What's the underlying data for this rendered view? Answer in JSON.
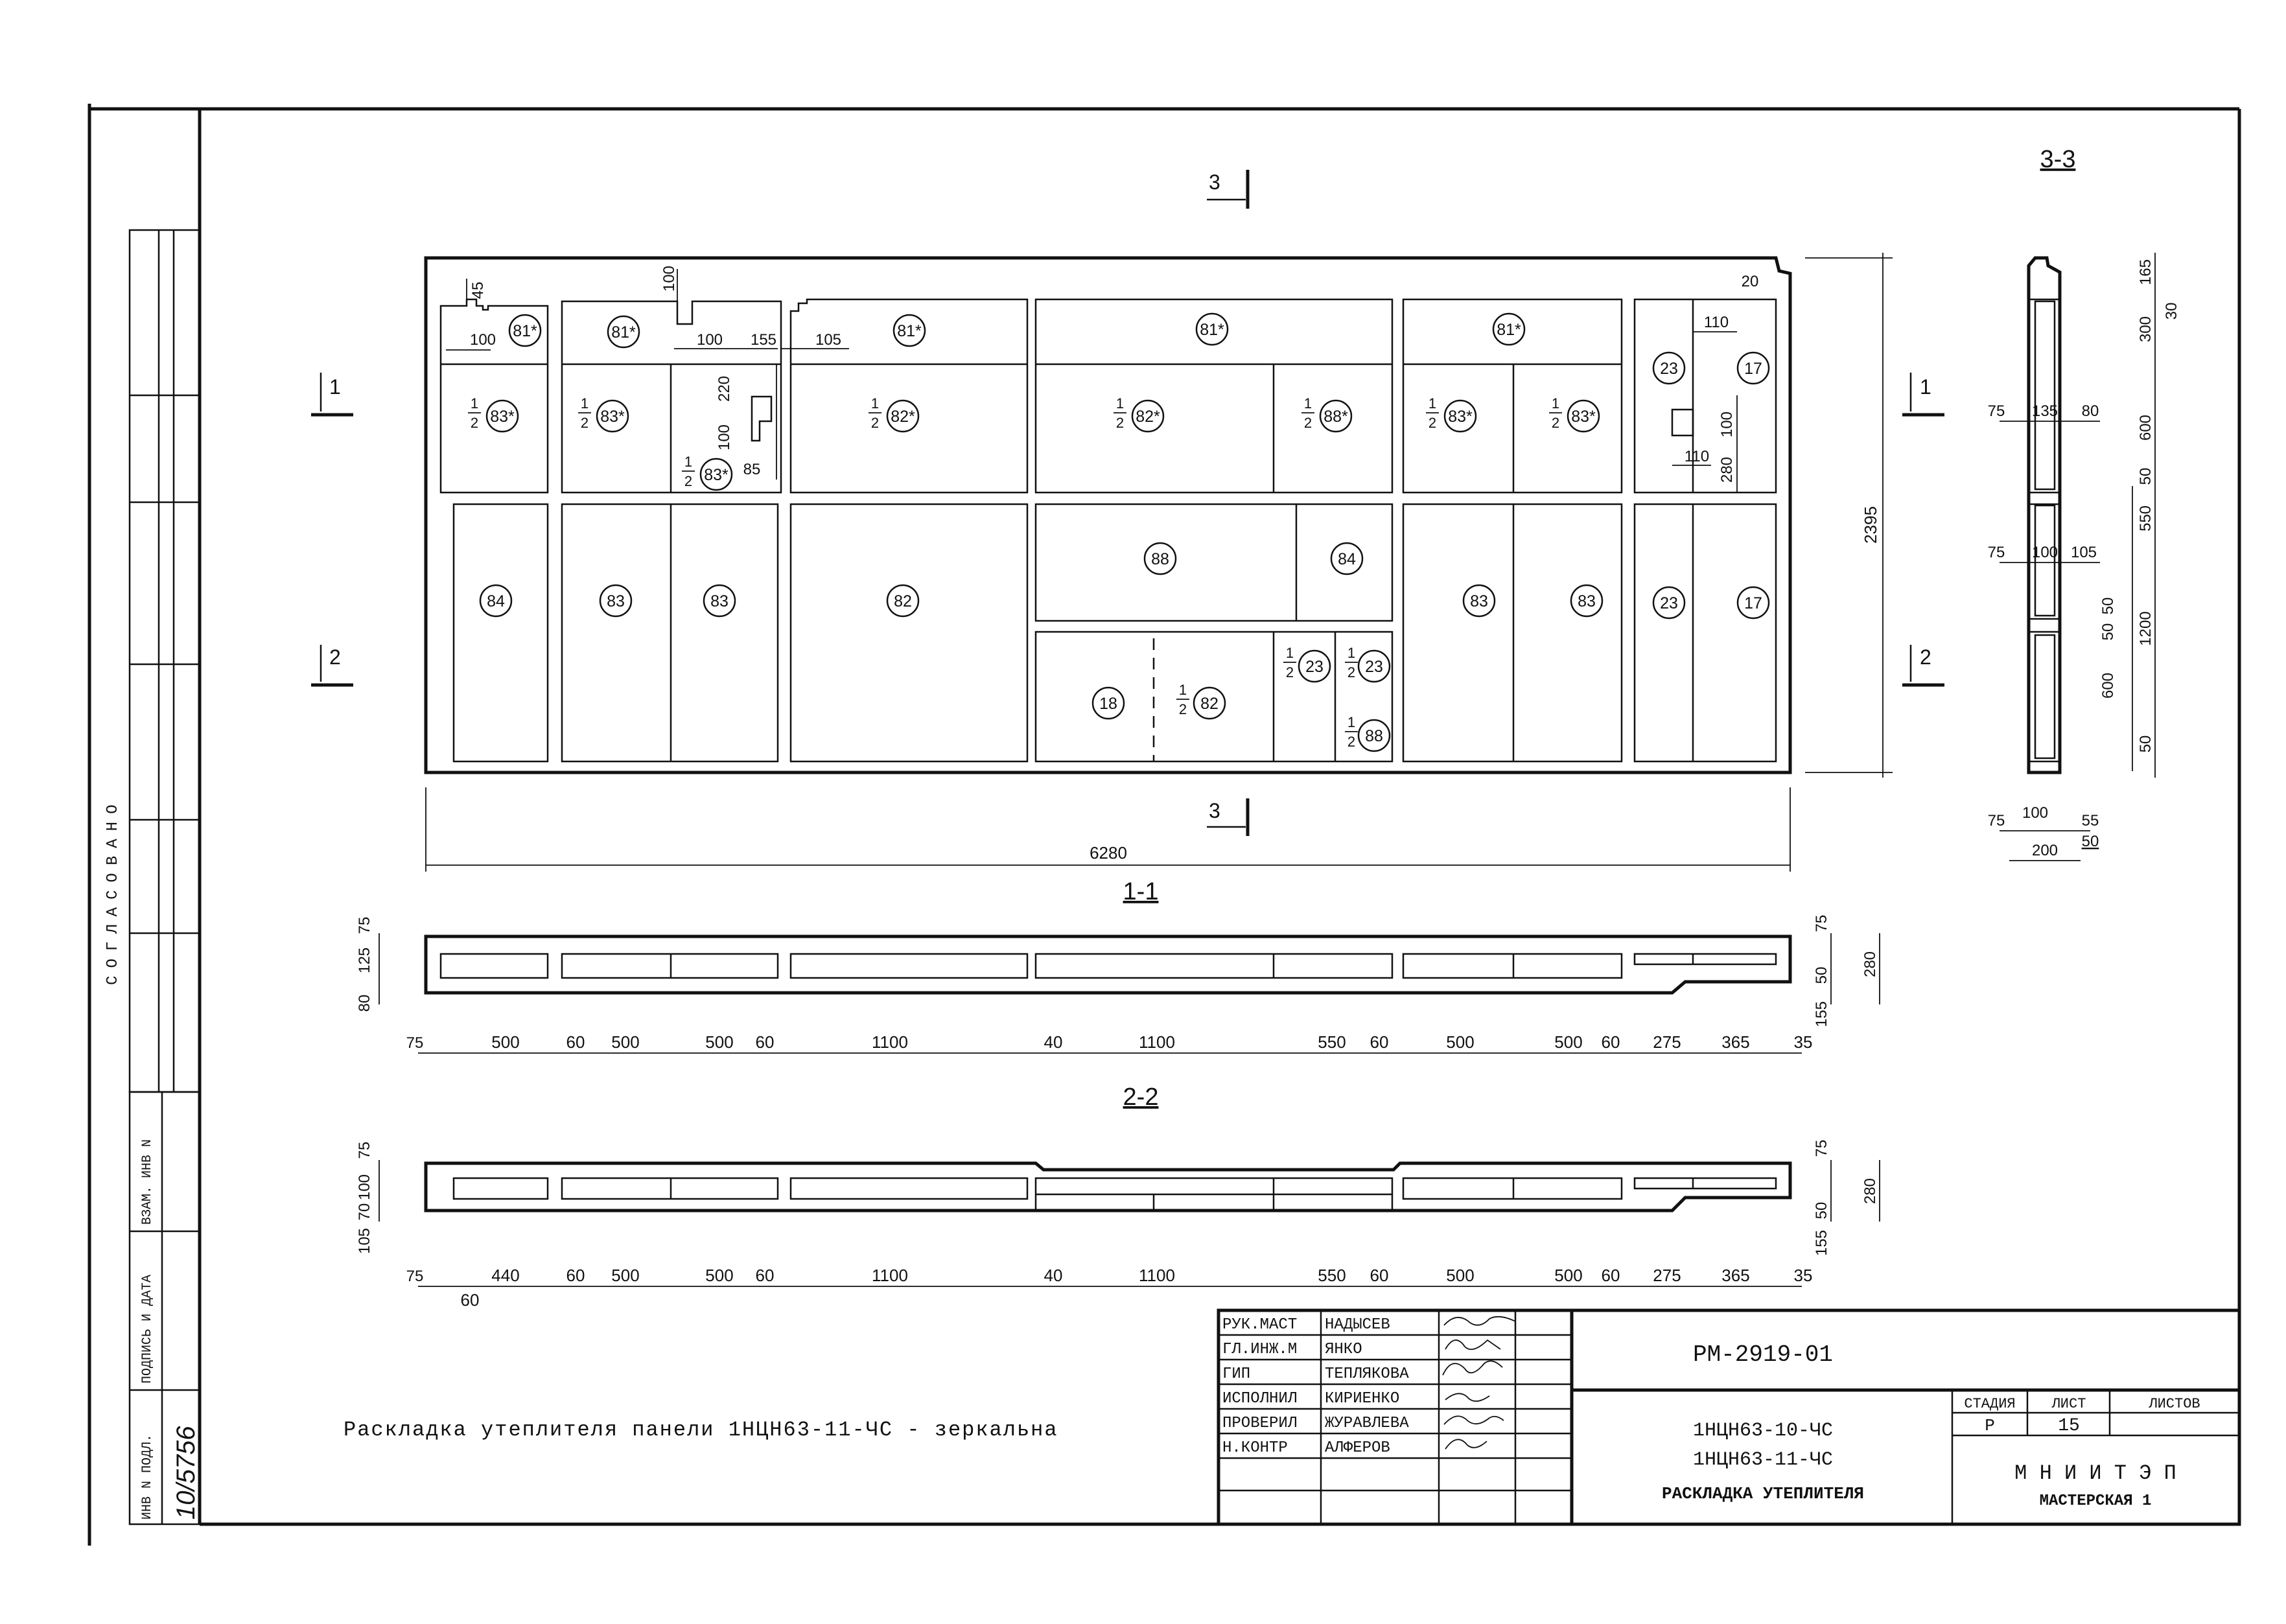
{
  "section_marks": {
    "s1": "1",
    "s2": "2",
    "s3": "3"
  },
  "section_titles": {
    "s11": "1-1",
    "s22": "2-2",
    "s33": "3-3"
  },
  "overall": {
    "width": "6280",
    "height": "2395"
  },
  "top_dims": {
    "d45": "45",
    "d100a": "100",
    "d100b": "100",
    "d100c": "100",
    "d155": "155",
    "d105": "105",
    "d20": "20",
    "d110a": "110",
    "d220": "220",
    "d100d": "100",
    "d85": "85",
    "d110b": "110",
    "d100e": "100",
    "d280": "280"
  },
  "half": {
    "n": "1",
    "d": "2"
  },
  "panel_labels": {
    "r1": [
      "81*",
      "81*",
      "81*",
      "81*",
      "81*"
    ],
    "r2": [
      "83*",
      "83*",
      "83*",
      "82*",
      "82*",
      "88*",
      "83*",
      "83*"
    ],
    "tall": [
      "84",
      "83",
      "83",
      "82",
      "88",
      "84",
      "83",
      "83",
      "23",
      "17",
      "23",
      "17"
    ],
    "bottom": [
      "18",
      "82",
      "23",
      "23",
      "88"
    ]
  },
  "sec11": {
    "left": [
      "75",
      "125",
      "80"
    ],
    "right": [
      "75",
      "50",
      "155",
      "280"
    ],
    "bottom": [
      "75",
      "500",
      "60",
      "500",
      "500",
      "60",
      "1100",
      "40",
      "1100",
      "550",
      "60",
      "500",
      "500",
      "60",
      "275",
      "365",
      "35"
    ]
  },
  "sec22": {
    "left": [
      "75",
      "100",
      "70",
      "105"
    ],
    "right": [
      "75",
      "50",
      "155",
      "280"
    ],
    "bottom": [
      "75",
      "440",
      "60",
      "60",
      "500",
      "500",
      "60",
      "1100",
      "40",
      "1100",
      "550",
      "60",
      "500",
      "500",
      "60",
      "275",
      "365",
      "35"
    ]
  },
  "sec33": {
    "right": [
      "165",
      "30",
      "300",
      "600",
      "50",
      "550",
      "50",
      "1200",
      "50",
      "600",
      "50"
    ],
    "row1": [
      "75",
      "135",
      "80"
    ],
    "row2": [
      "75",
      "100",
      "105"
    ],
    "bottom": [
      "75",
      "100",
      "55",
      "50",
      "200"
    ]
  },
  "sidebar": {
    "agreed": "СОГЛАСОВАНО",
    "inv_orig": "ИНВ N ПОДЛ.",
    "sign_date": "ПОДПИСЬ И ДАТА",
    "replace_inv": "ВЗАМ. ИНВ N",
    "inv_number": "10/5756"
  },
  "caption": "Раскладка утеплителя панели 1НЦН63-11-ЧС - зеркальна",
  "title_block": {
    "roles": [
      "РУК.МАСТ",
      "ГЛ.ИНЖ.М",
      "ГИП",
      "ИСПОЛНИЛ",
      "ПРОВЕРИЛ",
      "Н.КОНТР"
    ],
    "names": [
      "НАДЫСЕВ",
      "ЯНКО",
      "ТЕПЛЯКОВА",
      "КИРИЕНКО",
      "ЖУРАВЛЕВА",
      "АЛФЕРОВ"
    ],
    "code": "РМ-2919-01",
    "title1": "1НЦН63-10-ЧС",
    "title2": "1НЦН63-11-ЧС",
    "title3": "РАСКЛАДКА УТЕПЛИТЕЛЯ",
    "stage_h": "СТАДИЯ",
    "sheet_h": "ЛИСТ",
    "sheets_h": "ЛИСТОВ",
    "stage": "Р",
    "sheet": "15",
    "org1": "М Н И И Т Э П",
    "org2": "МАСТЕРСКАЯ 1"
  }
}
